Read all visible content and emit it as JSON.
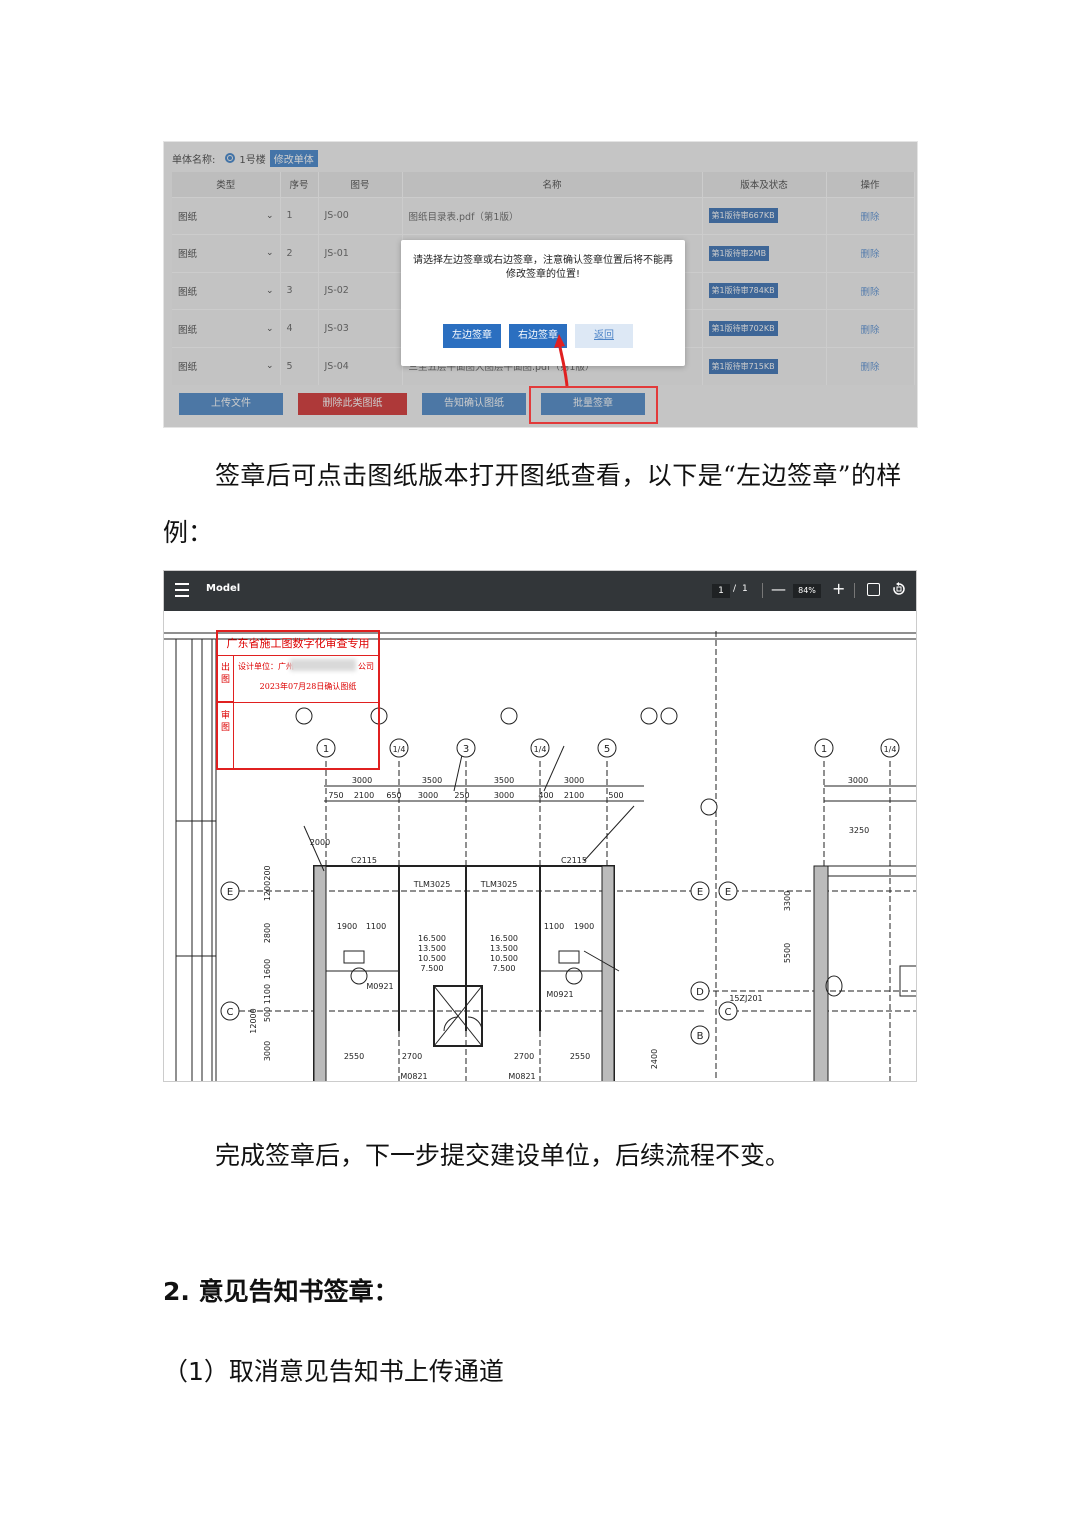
{
  "screenshot1": {
    "unit_label": "单体名称:",
    "unit_option": "1号楼",
    "edit_unit_button": "修改单体",
    "columns": [
      "类型",
      "序号",
      "图号",
      "名称",
      "版本及状态",
      "操作"
    ],
    "rows": [
      {
        "type": "图纸",
        "index": "1",
        "code": "JS-00",
        "name": "图纸目录表.pdf（第1版）",
        "version": "第1版待审667KB",
        "action": "删除"
      },
      {
        "type": "图纸",
        "index": "2",
        "code": "JS-01",
        "name": "",
        "version": "第1版待审2MB",
        "action": "删除"
      },
      {
        "type": "图纸",
        "index": "3",
        "code": "JS-02",
        "name": "",
        "version": "第1版待审784KB",
        "action": "删除"
      },
      {
        "type": "图纸",
        "index": "4",
        "code": "JS-03",
        "name": "",
        "version": "第1版待审702KB",
        "action": "删除"
      },
      {
        "type": "图纸",
        "index": "5",
        "code": "JS-04",
        "name": "三至五层平面图大图层平面图.pdf（第1版）",
        "version": "第1版待审715KB",
        "action": "删除"
      }
    ],
    "buttons": {
      "upload": "上传文件",
      "delete_category": "删除此类图纸",
      "notify_confirm": "告知确认图纸",
      "batch_sign": "批量签章"
    },
    "modal": {
      "message": "请选择左边签章或右边签章，注意确认签章位置后将不能再修改签章的位置!",
      "left_sign": "左边签章",
      "right_sign": "右边签章",
      "back": "返回"
    },
    "colors": {
      "primary": "#2b6fc0",
      "danger": "#d21e1e",
      "highlight": "#e23a3a"
    }
  },
  "text": {
    "p1_line1": "签章后可点击图纸版本打开图纸查看，以下是“左边签章”的样",
    "p1_line2": "例：",
    "p2": "完成签章后，下一步提交建设单位，后续流程不变。",
    "heading": "2. 意见告知书签章：",
    "p3_num": "（1）",
    "p3_text": "取消意见告知书上传通道"
  },
  "screenshot2": {
    "doc_title": "Model",
    "page_current": "1",
    "page_separator": "/",
    "page_total": "1",
    "zoom_minus": "—",
    "zoom": "84%",
    "zoom_plus": "+",
    "stamp": {
      "title": "广东省施工图数字化审查专用",
      "left_top": "出图",
      "unit_label": "设计单位：广州",
      "unit_suffix": "公司",
      "date": "2023年07月28日确认图纸",
      "left_bottom": "审图"
    },
    "dimensions": {
      "top": [
        "3000",
        "3500",
        "3500",
        "3000",
        "3000"
      ],
      "second": [
        "750",
        "2100",
        "650",
        "3000",
        "250",
        "3000",
        "400",
        "2100",
        "500"
      ],
      "labels_left": [
        "200",
        "1200",
        "2800",
        "1600",
        "500 1100",
        "12000",
        "3000"
      ],
      "axis_letters": [
        "E",
        "C",
        "D",
        "B"
      ],
      "room_texts": [
        "TLM3025",
        "16.500",
        "13.500",
        "10.500",
        "7.500",
        "M0921",
        "1900",
        "1100",
        "2550",
        "2700",
        "C2115",
        "3250",
        "5500",
        "3300",
        "2400",
        "15ZJ201",
        "M0821",
        "2000"
      ],
      "axis_numbers": [
        "1",
        "1/4",
        "3",
        "1/4",
        "5",
        "1",
        "1/4"
      ]
    }
  }
}
